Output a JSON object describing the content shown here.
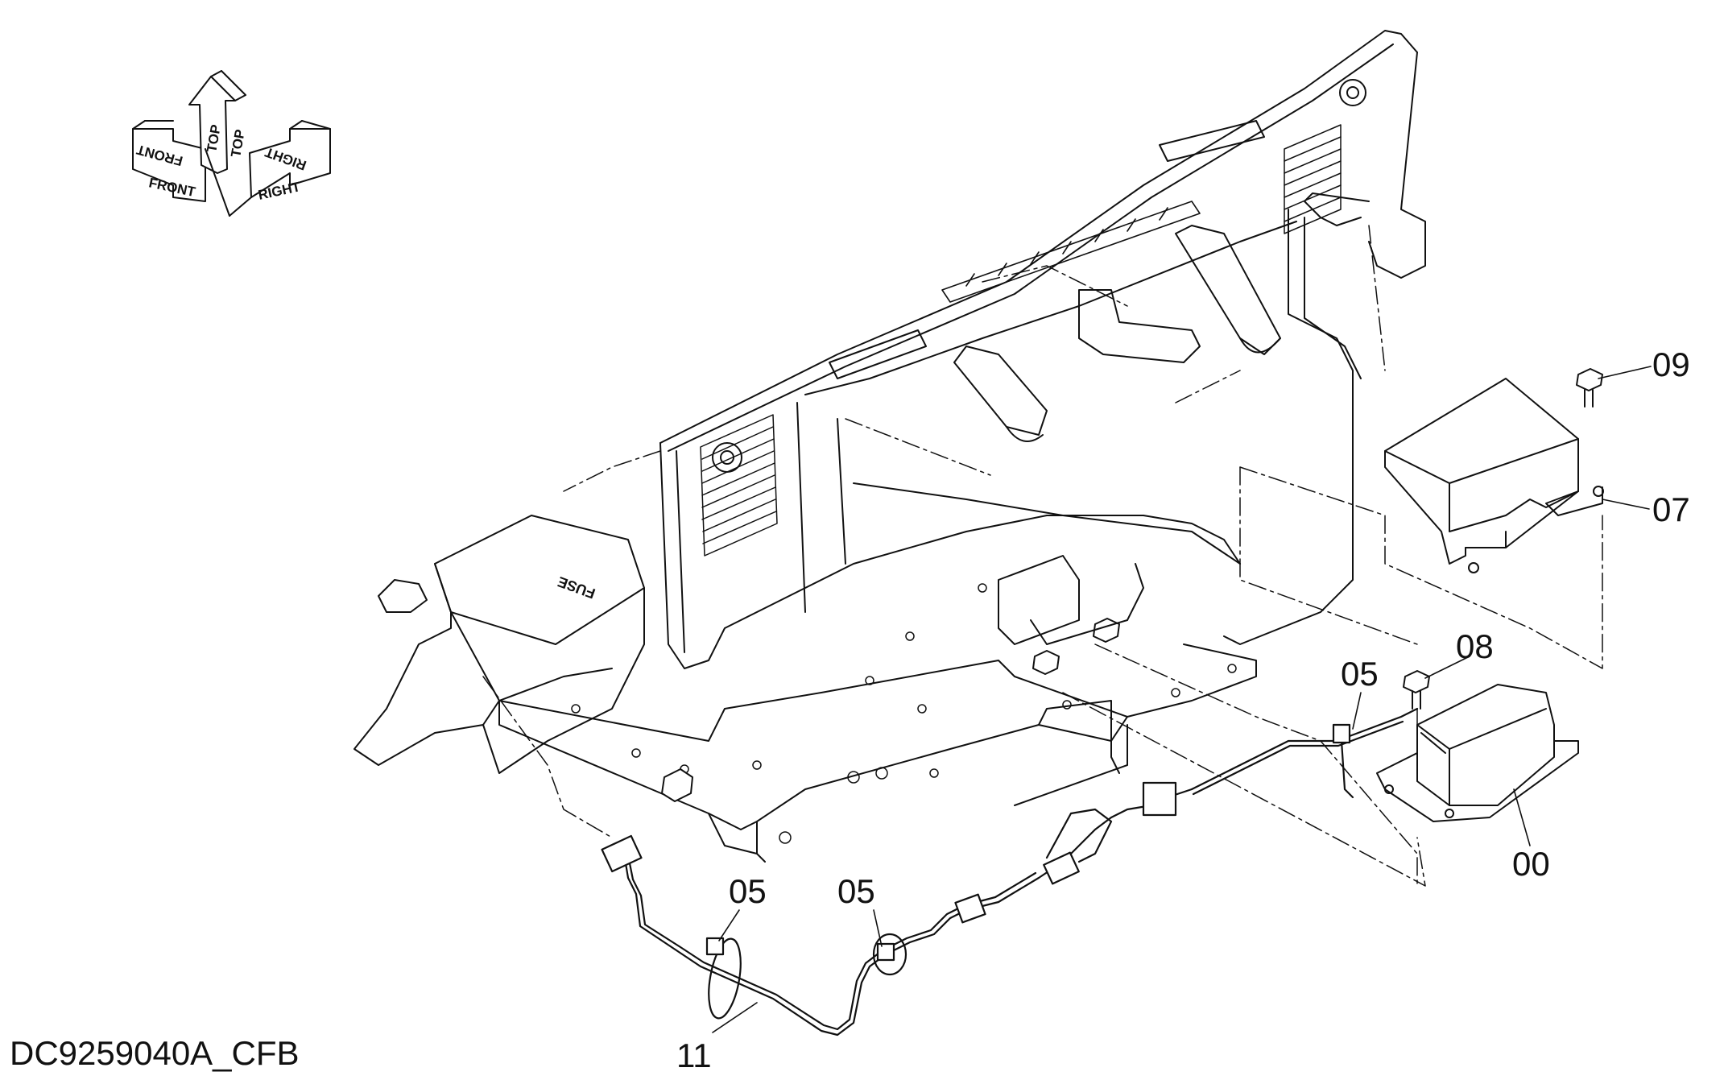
{
  "diagram": {
    "drawing_id": "DC9259040A_CFB",
    "orientation_labels": {
      "front": "FRONT",
      "top": "TOP",
      "right": "RIGHT"
    },
    "part_label": "FUSE",
    "callouts": [
      {
        "id": "c09",
        "label": "09"
      },
      {
        "id": "c07",
        "label": "07"
      },
      {
        "id": "c08",
        "label": "08"
      },
      {
        "id": "c05a",
        "label": "05"
      },
      {
        "id": "c00",
        "label": "00"
      },
      {
        "id": "c05b",
        "label": "05"
      },
      {
        "id": "c05c",
        "label": "05"
      },
      {
        "id": "c11",
        "label": "11"
      }
    ],
    "colors": {
      "line": "#111111",
      "background": "#ffffff"
    }
  }
}
